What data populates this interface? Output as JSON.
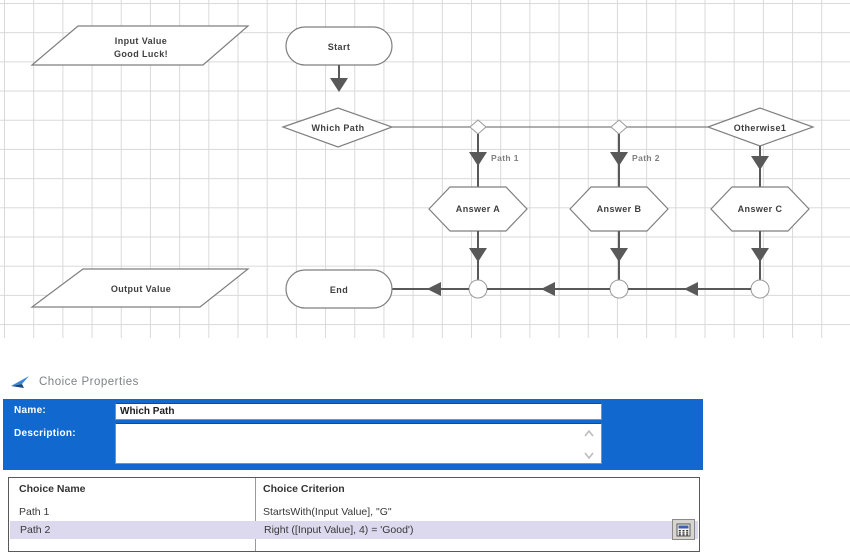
{
  "flowchart": {
    "nodes": {
      "input": {
        "label_line1": "Input Value",
        "label_line2": "Good Luck!"
      },
      "start": {
        "label": "Start"
      },
      "decision": {
        "label": "Which Path"
      },
      "otherwise": {
        "label": "Otherwise1"
      },
      "answer_a": {
        "label": "Answer A"
      },
      "answer_b": {
        "label": "Answer B"
      },
      "answer_c": {
        "label": "Answer C"
      },
      "output": {
        "label": "Output Value"
      },
      "end": {
        "label": "End"
      }
    },
    "edge_labels": {
      "path1": "Path 1",
      "path2": "Path 2"
    }
  },
  "properties_panel": {
    "title": "Choice Properties",
    "name_label": "Name:",
    "name_value": "Which Path",
    "description_label": "Description:",
    "description_value": ""
  },
  "choices_table": {
    "columns": {
      "name": "Choice Name",
      "criterion": "Choice Criterion"
    },
    "rows": [
      {
        "name": "Path 1",
        "criterion": "StartsWith(Input Value], \"G\""
      },
      {
        "name": "Path 2",
        "criterion": "Right ([Input Value], 4) = 'Good')",
        "selected": "true"
      }
    ]
  },
  "colors": {
    "panel_blue": "#1169d0",
    "row_highlight": "#dcd8ee",
    "grid_line": "#d9d9d9",
    "shape_stroke": "#7f7f7f",
    "connector": "#595959"
  }
}
